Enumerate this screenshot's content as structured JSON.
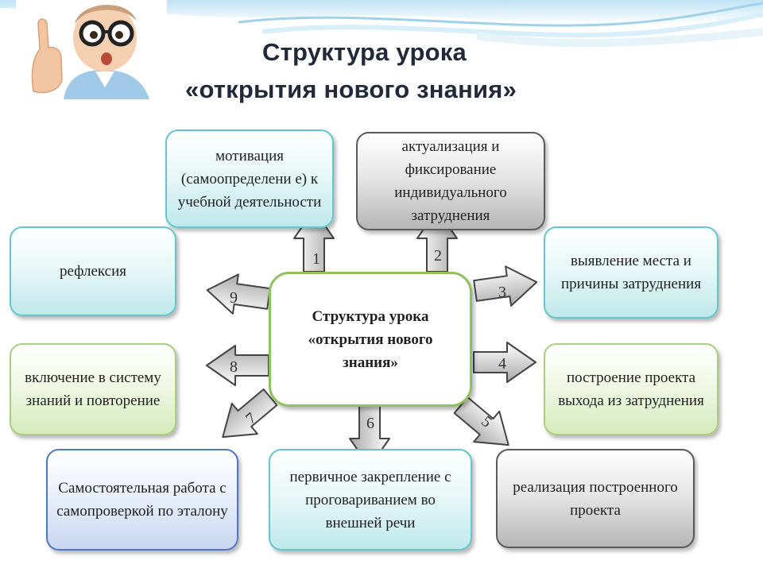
{
  "title": {
    "line1": "Структура урока",
    "line2": "«открытия нового знания»"
  },
  "center": "Структура урока «открытия нового знания»",
  "boxes": [
    {
      "id": "motivation",
      "label": "мотивация (самоопределени е) к учебной деятельности",
      "number": "1"
    },
    {
      "id": "actualization",
      "label": "актуализация и фиксирование индивидуального затруднения",
      "number": "2"
    },
    {
      "id": "difficulty",
      "label": "выявление места и причины затруднения",
      "number": "3"
    },
    {
      "id": "project",
      "label": "построение проекта выхода из затруднения",
      "number": "4"
    },
    {
      "id": "realization",
      "label": "реализация построенного проекта",
      "number": "5"
    },
    {
      "id": "consolidation",
      "label": "первичное закрепление с проговариванием во внешней речи",
      "number": "6"
    },
    {
      "id": "independent",
      "label": "Самостоятельная работа с самопроверкой по эталону",
      "number": "7"
    },
    {
      "id": "inclusion",
      "label": "включение в систему знаний и повторение",
      "number": "8"
    },
    {
      "id": "reflection",
      "label": "рефлексия",
      "number": "9"
    }
  ],
  "colors": {
    "teal_border": "#63c6cf",
    "green_border": "#a9cf7b",
    "blue_border": "#4f78c4",
    "gray_border": "#5a5a5a",
    "center_border": "#8fc15c",
    "title": "#222a3a",
    "header_wave": "#cfeaf6"
  },
  "icons": {
    "mascot": "pointing-boy-with-glasses",
    "arrow": "block-arrow-gray"
  }
}
